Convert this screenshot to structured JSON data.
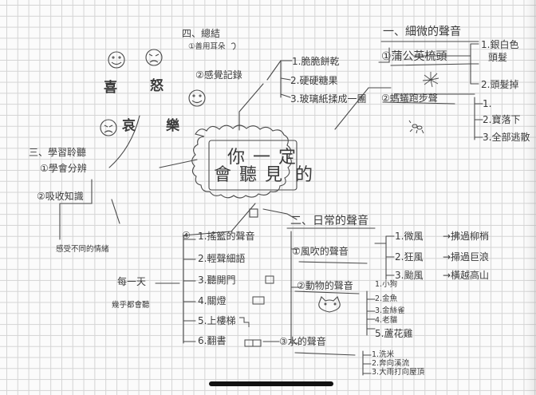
{
  "center": {
    "line1": "你一定",
    "line2": "會聽見",
    "line3": "的"
  },
  "summary": {
    "title": "四、總結",
    "item1": "①善用耳朵",
    "item2": "②感覺記錄",
    "sub": [
      "1.脆脆餅乾",
      "2.硬硬糖果",
      "3.玻璃紙揉成一團"
    ]
  },
  "emotions": {
    "joy": "喜",
    "anger": "怒",
    "sorrow": "哀",
    "happy": "樂"
  },
  "learn": {
    "title": "三、學習聆聽",
    "item1": "①學會分辨",
    "item2": "②吸收知識",
    "note": "感受不同的情緒"
  },
  "subtle": {
    "title": "一、細微的聲音",
    "item1": "①蒲公英梳頭",
    "item1_sub": [
      "1.銀白色",
      "頭髮",
      "2.頭髮掉"
    ],
    "item2": "②螞蟻跑步聲",
    "item2_sub": [
      "1.",
      "2.寶落下",
      "3.全部逃散"
    ]
  },
  "daily": {
    "title": "二、日常的聲音",
    "wind": {
      "title": "①風吹的聲音",
      "items": [
        "1.微風",
        "→拂過柳梢",
        "2.狂風",
        "→掃過巨浪",
        "3.颱風",
        "→橫越高山"
      ]
    },
    "animal": {
      "title": "②動物的聲音",
      "items": [
        "1.小狗",
        "2.金魚",
        "3.金絲雀",
        "4.老貓",
        "5.蘆花雞"
      ]
    },
    "water": {
      "title": "③水的聲音",
      "items": [
        "1.洗米",
        "2.奔向溪流",
        "3.大雨打向屋頂"
      ]
    }
  },
  "everyday": {
    "label1": "每一天",
    "label2": "幾乎都會聽",
    "num": "④",
    "items": [
      "1.搖籃的聲音",
      "2.輕聲細語",
      "3.聽開門",
      "4.關燈",
      "5.上樓梯",
      "6.翻書"
    ]
  },
  "colors": {
    "ink": "#3a3a3a",
    "grid": "#d4d4d4",
    "paper": "#fbfbfb"
  },
  "icons": [
    "smiley-face-icon",
    "angry-face-icon",
    "sad-face-icon",
    "cat-face-icon",
    "dandelion-icon",
    "ant-icon",
    "door-icon",
    "lamp-icon",
    "stairs-icon",
    "book-icon",
    "ear-icon"
  ]
}
